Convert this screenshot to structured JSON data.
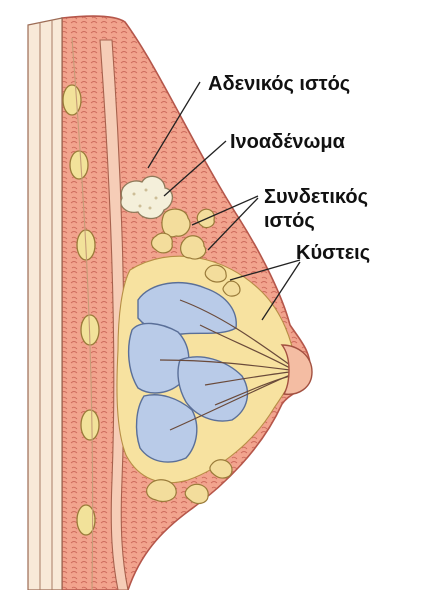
{
  "labels": {
    "glandular_tissue": "Αδενικός ιστός",
    "fibroadenoma": "Ινοαδένωμα",
    "connective_tissue_line1": "Συνδετικός",
    "connective_tissue_line2": "ιστός",
    "cysts": "Κύστεις"
  },
  "colors": {
    "skin": "#f2a48e",
    "skin_dark": "#b4564a",
    "fat": "#f7e2a0",
    "lobes": "#b9cbe8",
    "lobe_outline": "#5a6f98",
    "muscle": "#f6cdb7",
    "rib_nodule": "#f2e29a",
    "fibroadenoma": "#f4efda",
    "cyst": "#f3dd9c"
  }
}
